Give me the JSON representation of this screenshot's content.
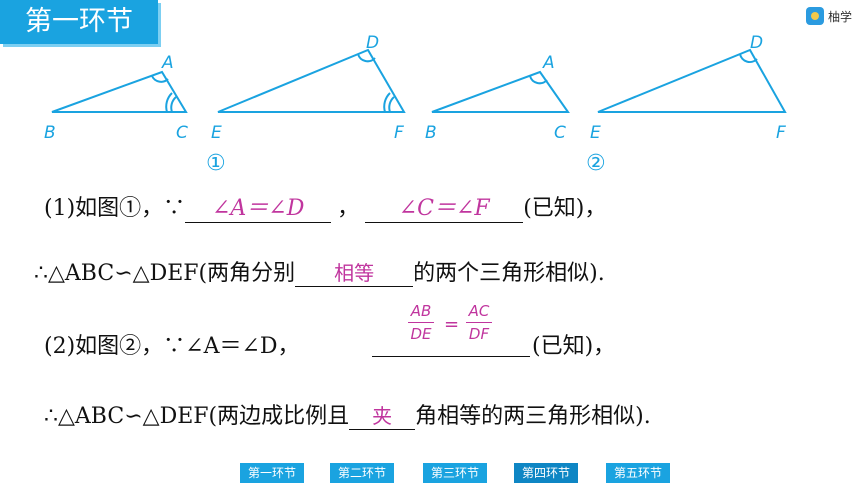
{
  "header": {
    "section_title": "第一环节",
    "brand": "柚学"
  },
  "figures": {
    "fig1": {
      "A": "A",
      "B": "B",
      "C": "C",
      "D": "D",
      "E": "E",
      "F": "F",
      "label": "①"
    },
    "fig2": {
      "A": "A",
      "B": "B",
      "C": "C",
      "D": "D",
      "E": "E",
      "F": "F",
      "label": "②"
    }
  },
  "lines": {
    "l1_prefix": "(1)如图①，∵",
    "l1_blank1": "∠A＝∠D",
    "l1_sep": "，",
    "l1_blank2": "∠C＝∠F",
    "l1_suffix": "(已知)，",
    "l2_prefix": "∴△ABC∽△DEF(两角分别",
    "l2_blank": "相等",
    "l2_suffix": "的两个三角形相似).",
    "l3_prefix": "(2)如图②，∵∠A＝∠D，",
    "l3_frac1_num": "AB",
    "l3_frac1_den": "DE",
    "l3_eq": "=",
    "l3_frac2_num": "AC",
    "l3_frac2_den": "DF",
    "l3_suffix": "(已知)，",
    "l4_prefix": "∴△ABC∽△DEF(两边成比例且",
    "l4_blank": "夹",
    "l4_suffix": "角相等的两三角形相似)."
  },
  "nav": [
    "第一环节",
    "第二环节",
    "第三环节",
    "第四环节",
    "第五环节"
  ],
  "colors": {
    "accent": "#1aa3e0",
    "answer": "#c0359e"
  }
}
